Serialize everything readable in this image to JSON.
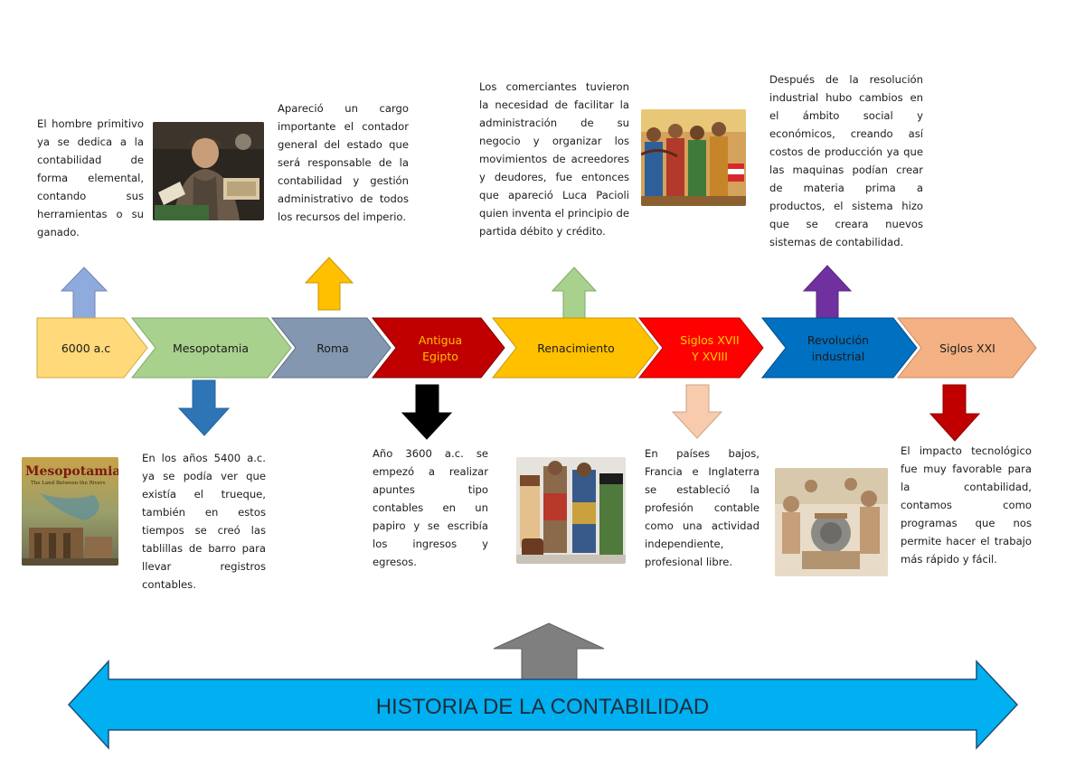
{
  "title": "HISTORIA DE LA CONTABILIDAD",
  "stages": [
    {
      "label": "6000 a.c",
      "fill": "#FFD97A",
      "text_color": "#1a1a1a"
    },
    {
      "label": "Mesopotamia",
      "fill": "#A9D18E",
      "text_color": "#1a1a1a"
    },
    {
      "label": "Roma",
      "fill": "#8497B0",
      "text_color": "#1a1a1a"
    },
    {
      "label": "Antigua Egipto",
      "fill": "#C00000",
      "text_color": "#FFC000"
    },
    {
      "label": "Renacimiento",
      "fill": "#FFC000",
      "text_color": "#1a1a1a"
    },
    {
      "label": "Siglos XVII Y XVIII",
      "fill": "#FF0000",
      "text_color": "#FFD200"
    },
    {
      "label": "Revolución industrial",
      "fill": "#0070C0",
      "text_color": "#1a1a1a"
    },
    {
      "label": "Siglos XXI",
      "fill": "#F4B183",
      "text_color": "#1a1a1a"
    }
  ],
  "arrow_colors": {
    "6000": "#8FAADC",
    "mesopotamia": "#2E75B6",
    "roma": "#FFC000",
    "egipto": "#000000",
    "renacimiento": "#A9D18E",
    "siglos_xvii": "#F8CBAD",
    "revolucion": "#7030A0",
    "siglos_xxi": "#C00000",
    "center": "#7F7F7F",
    "banner": "#00B0F0"
  },
  "texts": {
    "t6000": "El hombre primitivo ya se dedica a la contabilidad de forma elemental, contando sus herramientas o su ganado.",
    "mesopotamia": "En los años 5400 a.c. ya se podía ver que existía el trueque, también en estos tiempos se creó las tablillas de barro para llevar registros contables.",
    "roma": "Apareció un cargo importante el contador general del estado que será responsable de la contabilidad y gestión administrativo de todos los recursos del imperio.",
    "egipto": "Año 3600 a.c. se empezó a realizar apuntes tipo contables en un papiro y se escribía los ingresos y egresos.",
    "renacimiento": "Los comerciantes tuvieron la necesidad de facilitar la administración de su negocio y organizar los movimientos de acreedores y deudores, fue entonces que apareció Luca Pacioli quien inventa el principio de partida débito y crédito.",
    "siglos_xvii": "En países bajos, Francia e Inglaterra se estableció la profesión contable como una actividad independiente, profesional libre.",
    "revolucion": "Después de la resolución industrial hubo cambios en el ámbito social y económicos, creando así costos de producción ya que las maquinas podían crear de materia prima a productos, el sistema hizo que se creara nuevos sistemas de contabilidad.",
    "siglos_xxi": "El impacto tecnológico fue muy favorable para la contabilidad, contamos como programas que nos permite hacer el trabajo más rápido y fácil."
  },
  "images": {
    "mesopotamia_poster_title": "Mesopotamia",
    "mesopotamia_poster_subtitle": "The Land Between the Rivers"
  }
}
